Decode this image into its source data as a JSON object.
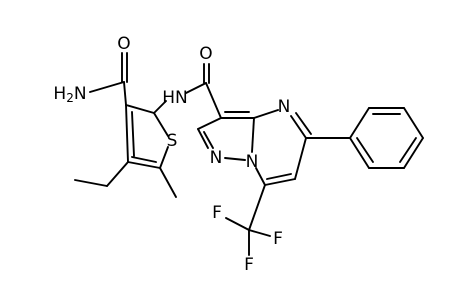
{
  "atoms": {
    "o_left": "O",
    "nh2": "H2N",
    "nh": "HN",
    "s": "S",
    "o_right": "O",
    "n_upper": "N",
    "n_left": "N",
    "n_bridge": "N",
    "f1": "F",
    "f2": "F",
    "f3": "F"
  }
}
